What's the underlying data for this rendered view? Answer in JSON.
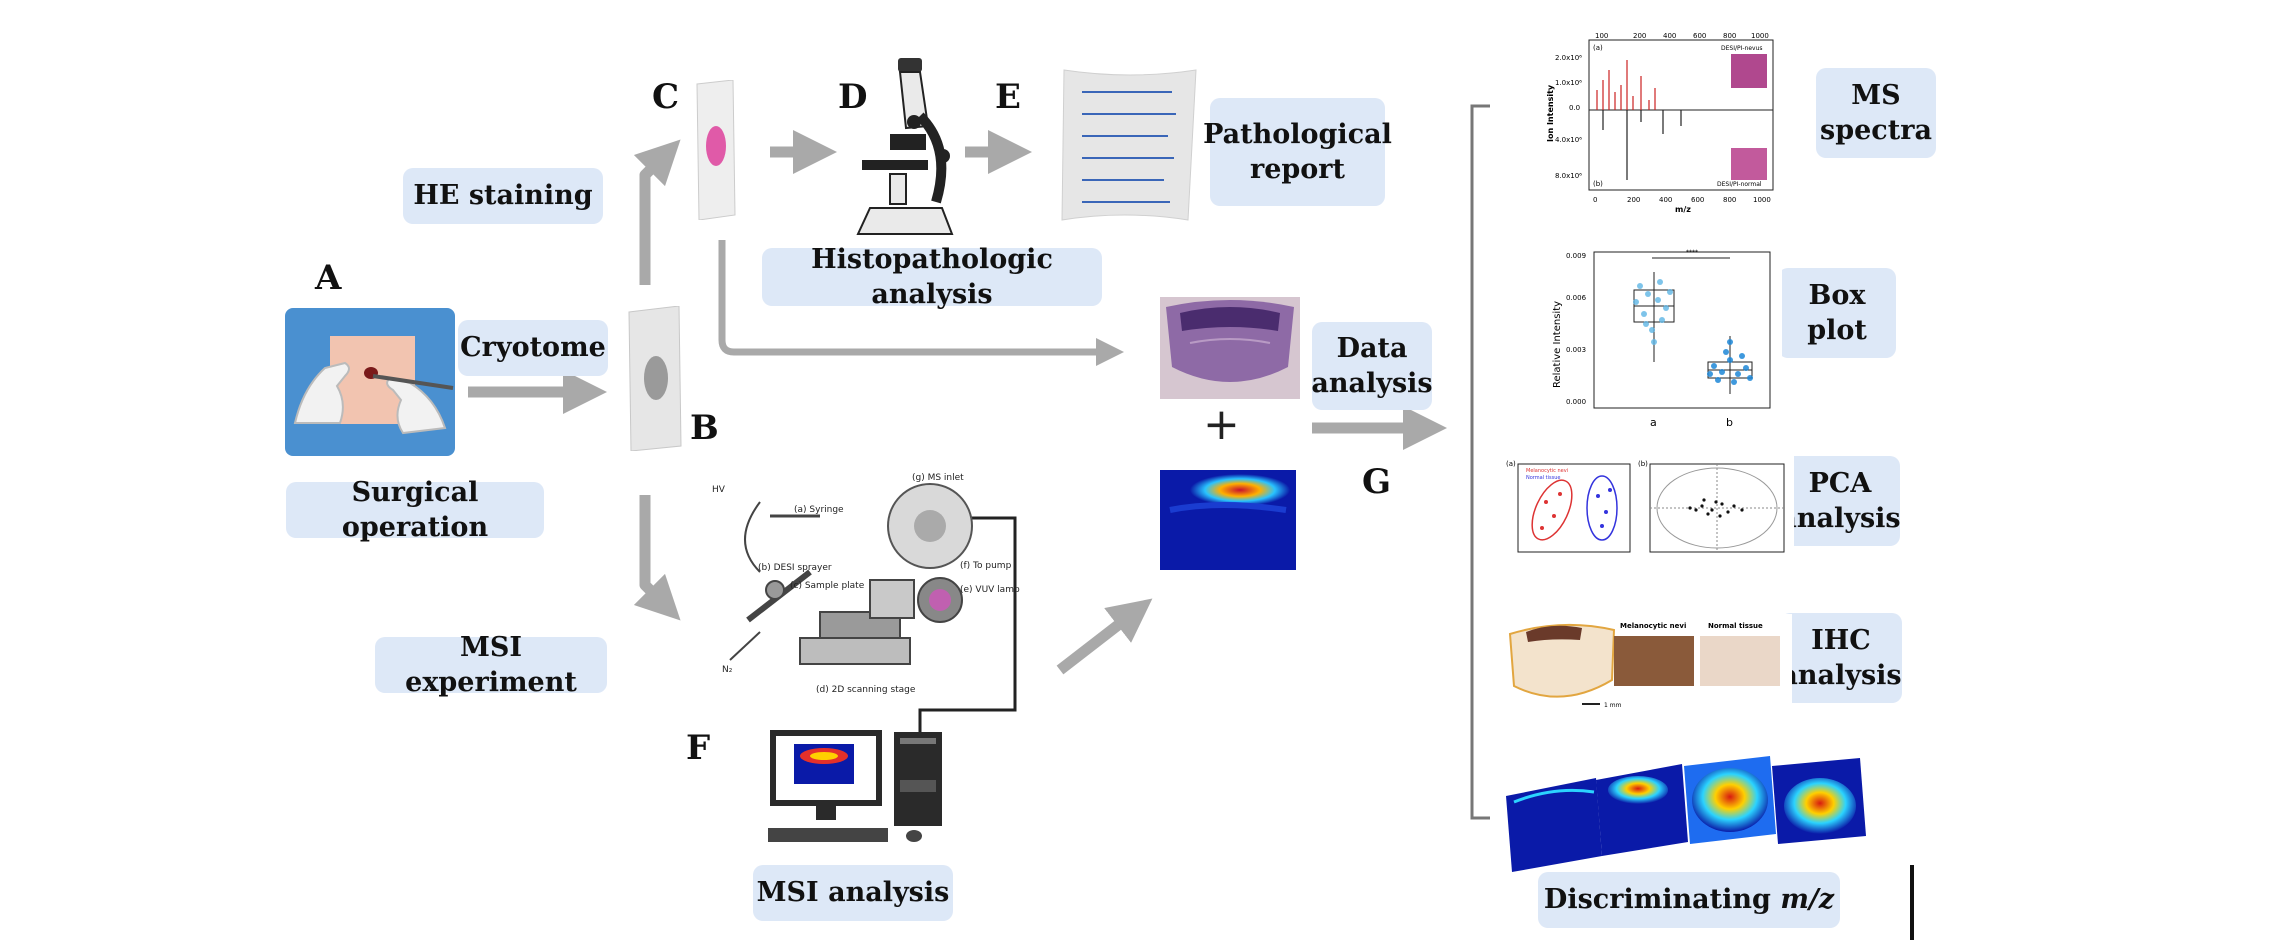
{
  "letters": {
    "a": "A",
    "b": "B",
    "c": "C",
    "d": "D",
    "e": "E",
    "f": "F",
    "g": "G"
  },
  "labels": {
    "he_staining": "HE staining",
    "cryotome": "Cryotome",
    "surgical_operation": "Surgical operation",
    "msi_experiment": "MSI experiment",
    "histopathologic_analysis": "Histopathologic analysis",
    "pathological_report": [
      "Pathological",
      "report"
    ],
    "data_analysis": [
      "Data",
      "analysis"
    ],
    "msi_analysis": "MSI analysis",
    "ms_spectra": [
      "MS",
      "spectra"
    ],
    "box_plot": [
      "Box",
      "plot"
    ],
    "pca_analysis": [
      "PCA",
      "analysis"
    ],
    "ihc_analysis": [
      "IHC",
      "analysis"
    ],
    "discriminating_prefix": "Discriminating ",
    "discriminating_mz": "m/z"
  },
  "plus_sign": "+",
  "instrument_labels": {
    "hv": "HV",
    "syringe": "(a) Syringe",
    "desi_sprayer": "(b) DESI sprayer",
    "sample_plate": "(c) Sample plate",
    "stage": "(d) 2D scanning stage",
    "vuv_lamp": "(e) VUV lamp",
    "to_pump": "(f) To pump",
    "ms_inlet": "(g) MS inlet",
    "n2": "N₂"
  },
  "ms_panel": {
    "top_ticks": [
      "100",
      "200",
      "400",
      "600",
      "800",
      "1000"
    ],
    "y_ticks": [
      "2.0x10⁶",
      "1.0x10⁶",
      "0.0",
      "4.0x10⁶",
      "8.0x10⁶"
    ],
    "bottom_ticks": [
      "0",
      "200",
      "400",
      "600",
      "800",
      "1000"
    ],
    "ylabel": "Ion Intensity",
    "xlabel": "m/z",
    "tag_a": "(a)",
    "tag_b": "(b)",
    "label_top": "DESI/PI-nevus",
    "label_bottom": "DESI/PI-normal"
  },
  "box_panel": {
    "ylabel": "Relative Intensity",
    "y_ticks": [
      "0.009",
      "0.006",
      "0.003",
      "0.000"
    ],
    "categories": [
      "a",
      "b"
    ],
    "sig": "****"
  },
  "pca_panel": {
    "tag_a": "(a)",
    "tag_b": "(b)",
    "legend": [
      "Melanocytic nevi",
      "Normal tissue"
    ]
  },
  "ihc_panel": {
    "label_nevi": "Melanocytic nevi",
    "label_normal": "Normal tissue",
    "scale": "1 mm"
  },
  "colors": {
    "label_bg": "#dde8f7",
    "arrow": "#a9a9a9",
    "jet_low": "#0a1aa8",
    "jet_high": "#d81b10"
  }
}
